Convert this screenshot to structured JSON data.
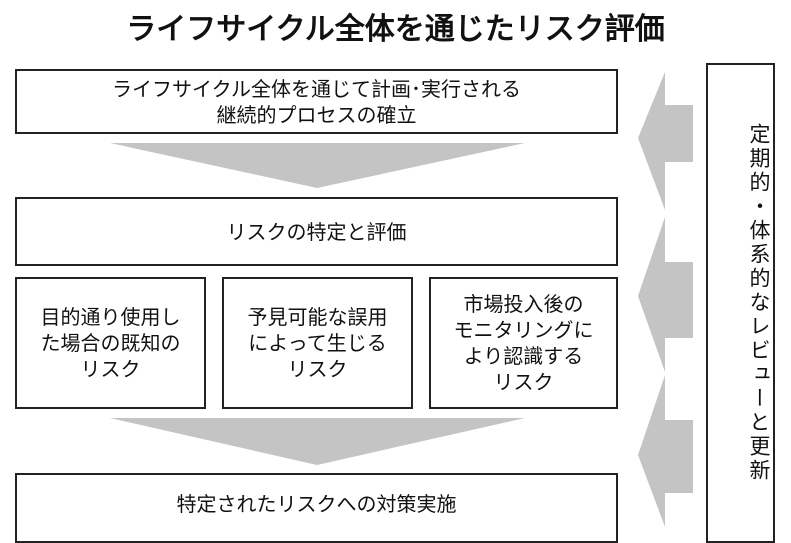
{
  "title": "ライフサイクル全体を通じたリスク評価",
  "steps": {
    "establish": "ライフサイクル全体を通じて計画･実行される\n継続的プロセスの確立",
    "identify": "リスクの特定と評価",
    "risk_types": [
      "目的通り使用し\nた場合の既知の\nリスク",
      "予見可能な誤用\nによって生じる\nリスク",
      "市場投入後の\nモニタリングに\nより認識する\nリスク"
    ],
    "countermeasure": "特定されたリスクへの対策実施"
  },
  "review": "定期的・体系的なレビューと更新",
  "colors": {
    "arrow": "#c4c4c4",
    "border": "#222222"
  }
}
